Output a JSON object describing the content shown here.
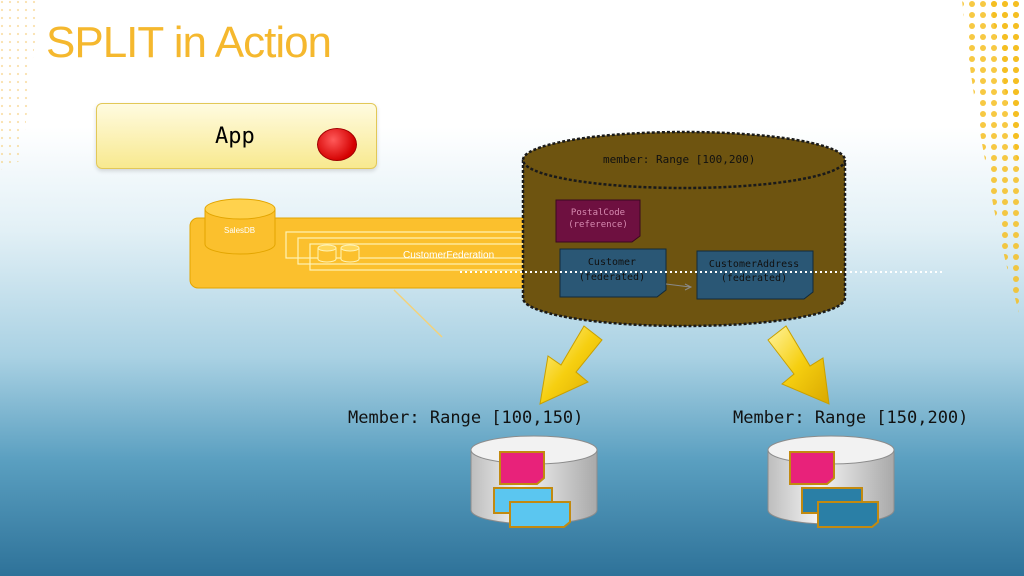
{
  "slide": {
    "title": "SPLIT in Action"
  },
  "app": {
    "label": "App"
  },
  "salesdb": {
    "label": "SalesDB",
    "federation_label": "CustomerFederation"
  },
  "federation_member": {
    "label": "member: Range [100,200)",
    "tables": [
      {
        "line1": "PostalCode",
        "line2": "(reference)"
      },
      {
        "line1": "Customer",
        "line2": "(federated)"
      },
      {
        "line1": "CustomerAddress",
        "line2": "(federated)"
      }
    ]
  },
  "split_members": [
    {
      "label": "Member: Range [100,150)"
    },
    {
      "label": "Member: Range [150,200)"
    }
  ],
  "colors": {
    "title": "#f5b82e",
    "salesdb": "#fbc02d",
    "member_body": "#6e5410",
    "reference_table": "#6e1040",
    "federated_table": "#2a5775",
    "split_pink": "#e8227a",
    "split_blue": "#5bc6f0",
    "arrow": "#f2c200"
  }
}
